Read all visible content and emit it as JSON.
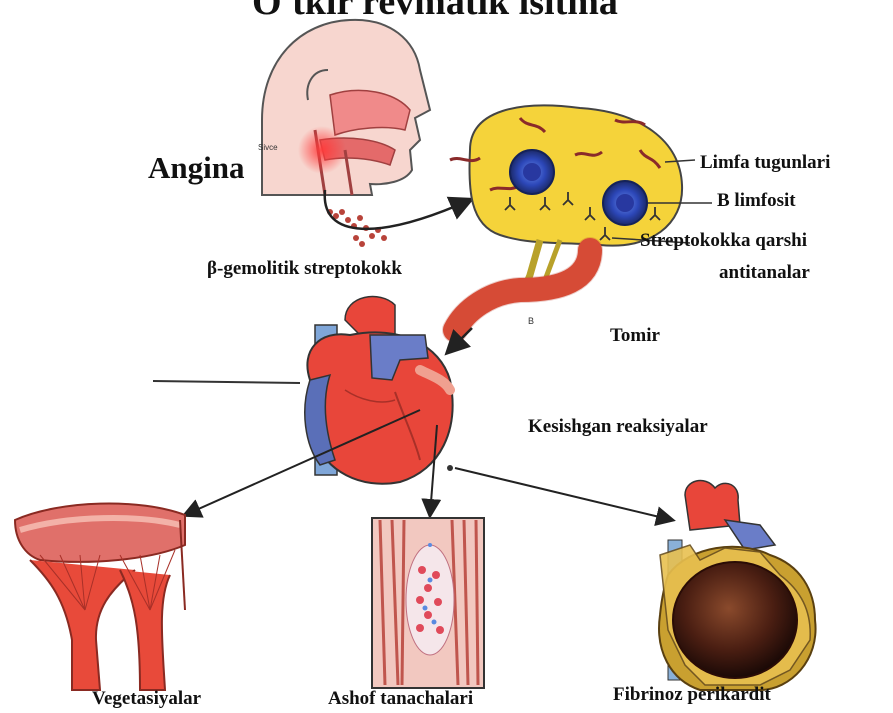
{
  "title": "O'tkir revmatik isitma",
  "labels": {
    "angina": "Angina",
    "streptococcus": "β-gemolitik streptokokk",
    "lymph_nodes": "Limfa tugunlari",
    "b_lymphocyte": "B limfosit",
    "antibodies_line1": "Streptokokka qarshi",
    "antibodies_line2": "antitanalar",
    "vessel": "Tomir",
    "vessel_letter": "B",
    "cross_reactions": "Kesishgan reaksiyalar",
    "vegetations": "Vegetasiyalar",
    "aschoff_bodies": "Ashof tanachalari",
    "fibrinous_pericarditis": "Fibrinoz perikardit",
    "tiny_head_text": "Sivce"
  },
  "colors": {
    "skin": "#f7c6bd",
    "lymph_fill": "#f5d33a",
    "vessel_red": "#e0503a",
    "heart_red": "#e8463a",
    "heart_blue": "#5a6fb8",
    "cell_blue": "#2c47b8",
    "text": "#111111"
  }
}
